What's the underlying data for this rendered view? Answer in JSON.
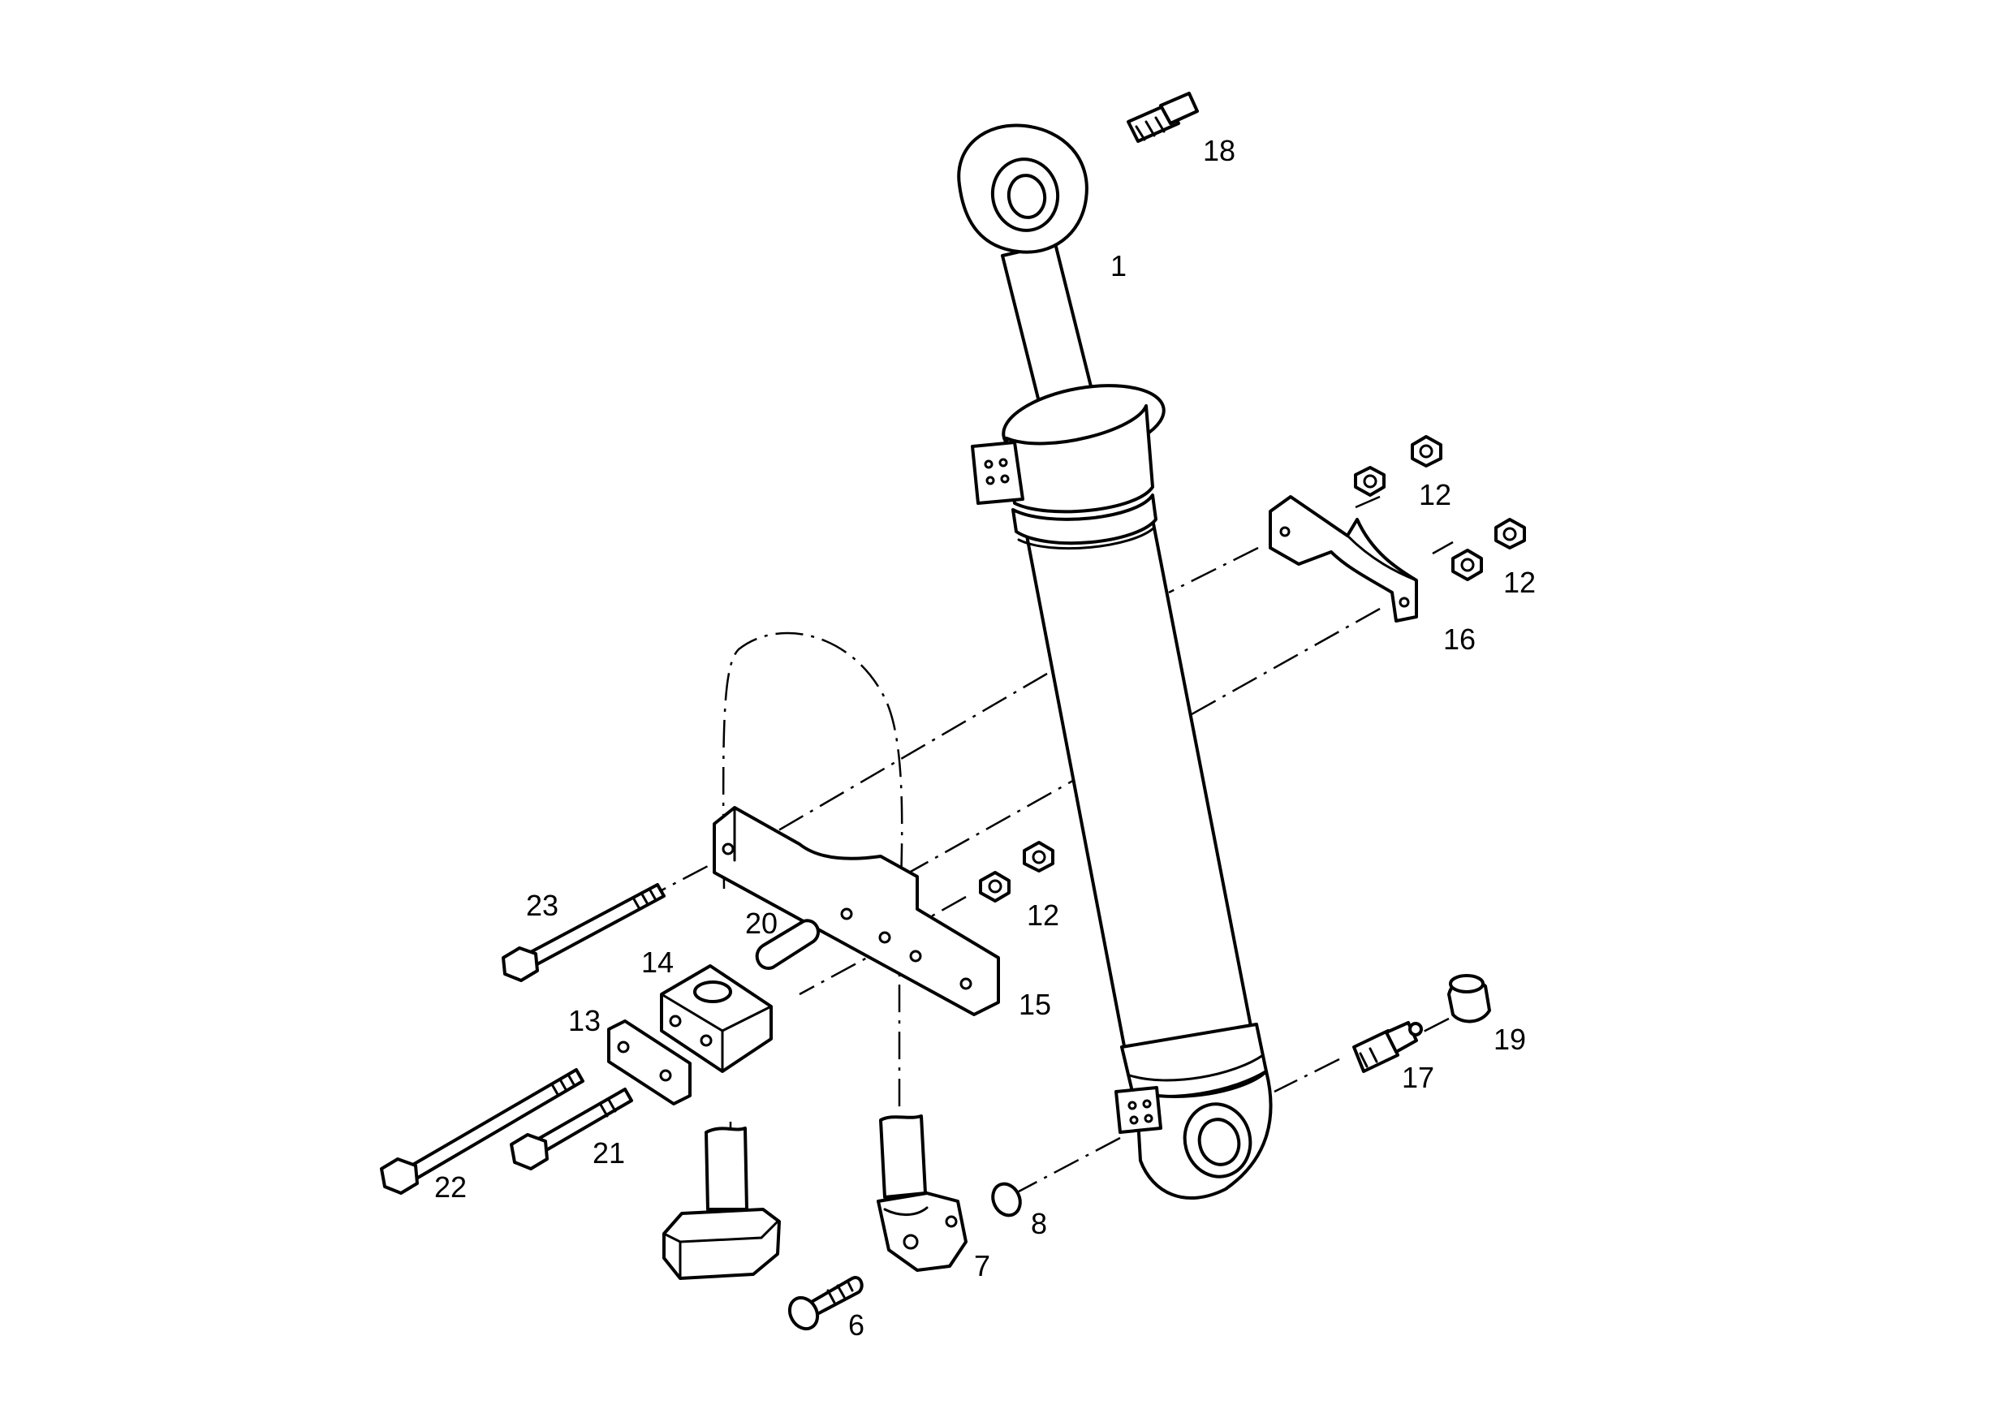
{
  "diagram": {
    "labels": {
      "p1": "1",
      "p6": "6",
      "p7": "7",
      "p8": "8",
      "p12a": "12",
      "p12b": "12",
      "p12c": "12",
      "p13": "13",
      "p14": "14",
      "p15": "15",
      "p16": "16",
      "p17": "17",
      "p18": "18",
      "p19": "19",
      "p20": "20",
      "p21": "21",
      "p22": "22",
      "p23": "23"
    }
  }
}
